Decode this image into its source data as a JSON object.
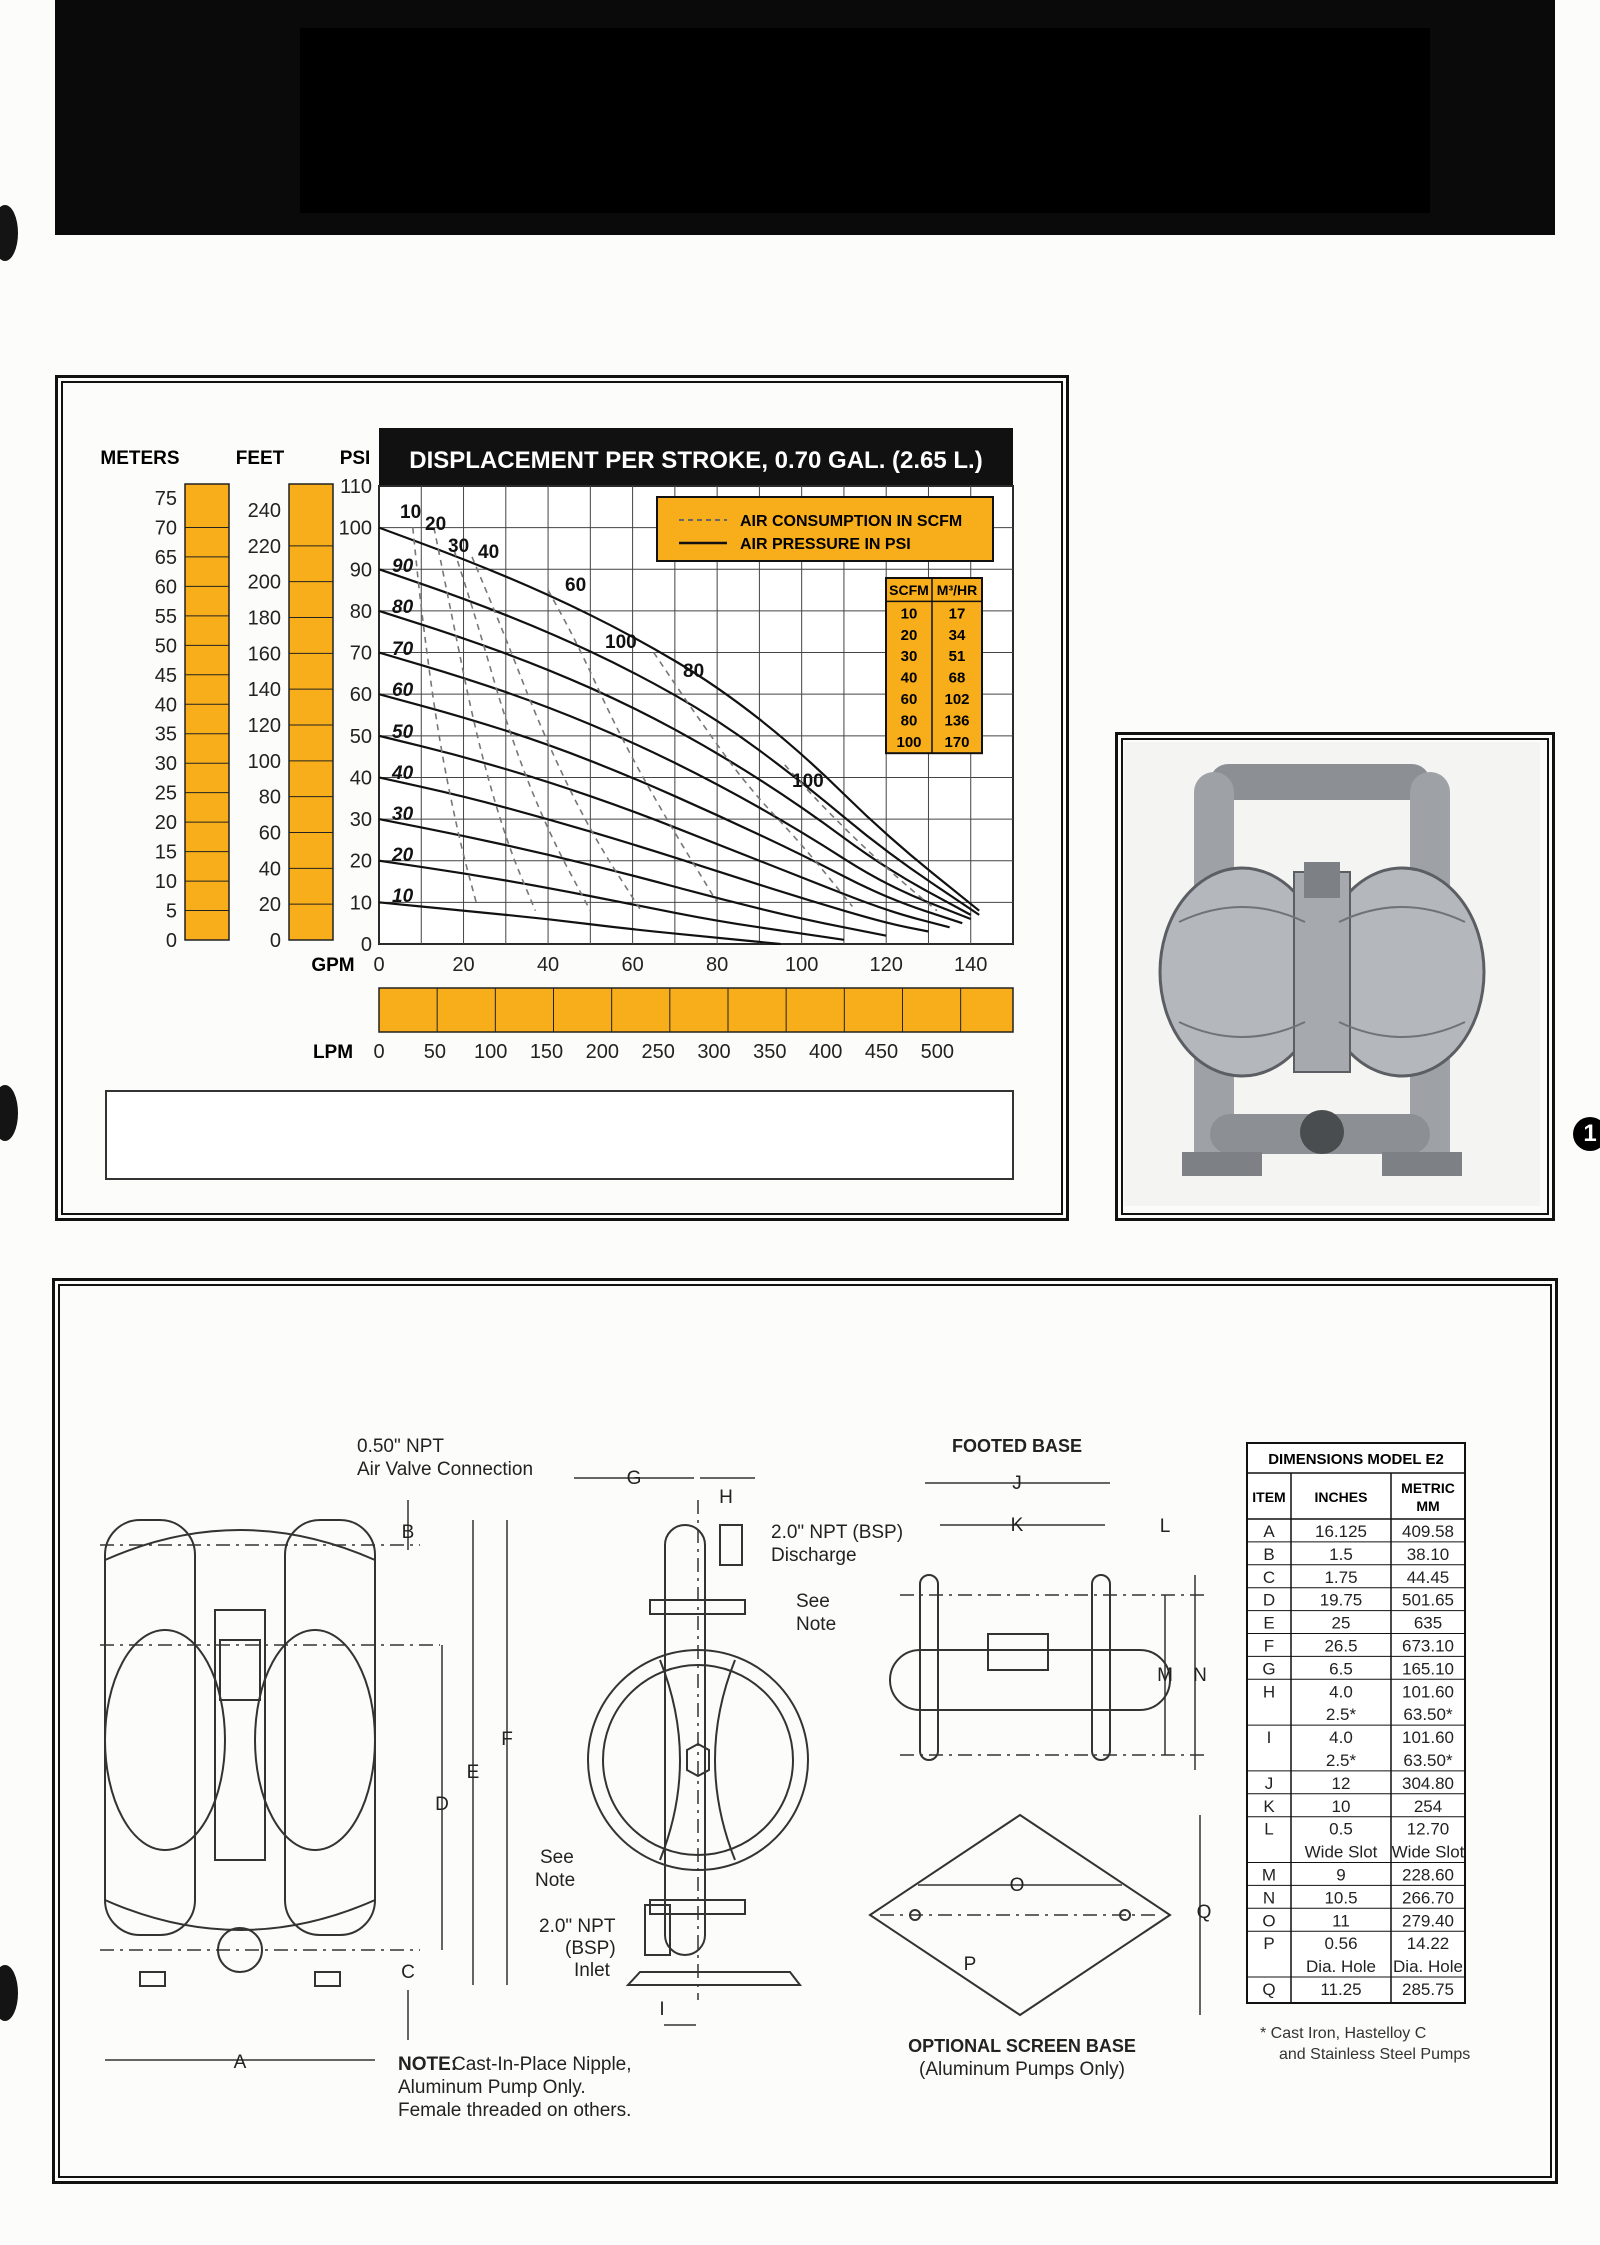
{
  "page": {
    "page_number": "1"
  },
  "chart": {
    "title": "DISPLACEMENT PER STROKE, 0.70 GAL. (2.65 L.)",
    "axis_labels": {
      "meters": "METERS",
      "feet": "FEET",
      "psi": "PSI",
      "gpm": "GPM",
      "lpm": "LPM"
    },
    "meters_ticks": [
      "75",
      "70",
      "65",
      "60",
      "55",
      "50",
      "45",
      "40",
      "35",
      "30",
      "25",
      "20",
      "15",
      "10",
      "5",
      "0"
    ],
    "feet_ticks": [
      "240",
      "220",
      "200",
      "180",
      "160",
      "140",
      "120",
      "100",
      "80",
      "60",
      "40",
      "20",
      "0"
    ],
    "psi_ticks": [
      "110",
      "100",
      "90",
      "80",
      "70",
      "60",
      "50",
      "40",
      "30",
      "20",
      "10",
      "0"
    ],
    "gpm_ticks": [
      "0",
      "20",
      "40",
      "60",
      "80",
      "100",
      "120",
      "140"
    ],
    "lpm_ticks": [
      "0",
      "50",
      "100",
      "150",
      "200",
      "250",
      "300",
      "350",
      "400",
      "450",
      "500"
    ],
    "legend": {
      "dashed": "AIR CONSUMPTION IN SCFM",
      "solid": "AIR PRESSURE IN PSI"
    },
    "pressure_labels": [
      "90",
      "80",
      "70",
      "60",
      "50",
      "40",
      "30",
      "20",
      "10"
    ],
    "scfm_labels": [
      "10",
      "20",
      "30",
      "40",
      "60",
      "100",
      "80",
      "100"
    ],
    "conversion_table": {
      "headers": [
        "SCFM",
        "M³/HR"
      ],
      "rows": [
        [
          "10",
          "17"
        ],
        [
          "20",
          "34"
        ],
        [
          "30",
          "51"
        ],
        [
          "40",
          "68"
        ],
        [
          "60",
          "102"
        ],
        [
          "80",
          "136"
        ],
        [
          "100",
          "170"
        ]
      ]
    },
    "colors": {
      "accent": "#f7ae1a",
      "dark": "#111111"
    }
  },
  "chart_data": {
    "type": "line",
    "title": "DISPLACEMENT PER STROKE, 0.70 GAL. (2.65 L.)",
    "xlabel": "GPM",
    "ylabel": "PSI",
    "xlim": [
      0,
      150
    ],
    "ylim": [
      0,
      110
    ],
    "series": [
      {
        "name": "10",
        "kind": "pressure",
        "x": [
          0,
          20,
          40,
          60,
          80,
          95
        ],
        "y": [
          10,
          8,
          6,
          3.5,
          1.5,
          0
        ]
      },
      {
        "name": "20",
        "kind": "pressure",
        "x": [
          0,
          20,
          40,
          60,
          80,
          100,
          110
        ],
        "y": [
          20,
          17,
          13.5,
          9.5,
          5.5,
          2.5,
          1
        ]
      },
      {
        "name": "30",
        "kind": "pressure",
        "x": [
          0,
          20,
          40,
          60,
          80,
          100,
          120
        ],
        "y": [
          30,
          26,
          21.5,
          16.5,
          11,
          6,
          2
        ]
      },
      {
        "name": "40",
        "kind": "pressure",
        "x": [
          0,
          20,
          40,
          60,
          80,
          100,
          120,
          130
        ],
        "y": [
          40,
          35.5,
          30,
          24,
          17.5,
          11,
          5,
          3
        ]
      },
      {
        "name": "50",
        "kind": "pressure",
        "x": [
          0,
          20,
          40,
          60,
          80,
          100,
          120,
          135
        ],
        "y": [
          50,
          45,
          39,
          32,
          24,
          16,
          8,
          4
        ]
      },
      {
        "name": "60",
        "kind": "pressure",
        "x": [
          0,
          20,
          40,
          60,
          80,
          100,
          120,
          138
        ],
        "y": [
          60,
          54.5,
          48,
          40,
          31,
          21.5,
          11,
          5
        ]
      },
      {
        "name": "70",
        "kind": "pressure",
        "x": [
          0,
          20,
          40,
          60,
          80,
          100,
          120,
          140
        ],
        "y": [
          70,
          64,
          57,
          48.5,
          38.5,
          27,
          14,
          6
        ]
      },
      {
        "name": "80",
        "kind": "pressure",
        "x": [
          0,
          20,
          40,
          60,
          80,
          100,
          120,
          140
        ],
        "y": [
          80,
          73.5,
          66,
          57,
          46,
          33,
          18,
          7
        ]
      },
      {
        "name": "90",
        "kind": "pressure",
        "x": [
          0,
          20,
          40,
          60,
          80,
          100,
          120,
          142
        ],
        "y": [
          90,
          83,
          75,
          65.5,
          54,
          39,
          22,
          7
        ]
      },
      {
        "name": "100",
        "kind": "pressure",
        "x": [
          0,
          20,
          40,
          60,
          80,
          100,
          120,
          142
        ],
        "y": [
          100,
          92.5,
          84,
          74,
          62,
          46,
          26,
          8
        ]
      },
      {
        "name": "10",
        "kind": "air",
        "x": [
          8,
          10,
          14,
          19,
          23
        ],
        "y": [
          100,
          80,
          50,
          25,
          10
        ]
      },
      {
        "name": "20",
        "kind": "air",
        "x": [
          13,
          17,
          23,
          30,
          37
        ],
        "y": [
          100,
          80,
          50,
          25,
          8
        ]
      },
      {
        "name": "30",
        "kind": "air",
        "x": [
          17,
          23,
          31,
          40,
          50
        ],
        "y": [
          97,
          78,
          50,
          27,
          8
        ]
      },
      {
        "name": "40",
        "kind": "air",
        "x": [
          22,
          29,
          39,
          50,
          62
        ],
        "y": [
          93,
          76,
          50,
          27,
          8
        ]
      },
      {
        "name": "60",
        "kind": "air",
        "x": [
          40,
          47,
          57,
          68,
          80
        ],
        "y": [
          85,
          72,
          50,
          30,
          10
        ]
      },
      {
        "name": "80",
        "kind": "air",
        "x": [
          65,
          75,
          87,
          100,
          112
        ],
        "y": [
          70,
          55,
          38,
          24,
          9
        ]
      },
      {
        "name": "100",
        "kind": "air",
        "x": [
          96,
          105,
          116,
          126,
          132
        ],
        "y": [
          43,
          33,
          22,
          13,
          8
        ]
      }
    ]
  },
  "drawing": {
    "callout_air_valve": [
      "0.50\" NPT",
      "Air Valve Connection"
    ],
    "callout_discharge": [
      "2.0\" NPT (BSP)",
      "Discharge"
    ],
    "callout_see_note_top": [
      "See",
      "Note"
    ],
    "callout_see_note_bottom": [
      "See",
      "Note"
    ],
    "callout_inlet": [
      "2.0\" NPT",
      "(BSP)",
      "Inlet"
    ],
    "dim_letters": [
      "A",
      "B",
      "C",
      "D",
      "E",
      "F",
      "G",
      "H",
      "I",
      "J",
      "K",
      "L",
      "M",
      "N",
      "O",
      "P",
      "Q"
    ],
    "footed_base_title": "FOOTED BASE",
    "screen_base_title": "OPTIONAL SCREEN BASE",
    "screen_base_subtitle": "(Aluminum Pumps Only)",
    "note_label": "NOTE:",
    "note_lines": [
      "Cast-In-Place Nipple,",
      "Aluminum Pump Only.",
      "Female threaded on others."
    ]
  },
  "dimensions_table": {
    "title": "DIMENSIONS MODEL E2",
    "headers": [
      "ITEM",
      "INCHES",
      "METRIC MM"
    ],
    "rows": [
      {
        "item": "A",
        "in": [
          "16.125"
        ],
        "mm": [
          "409.58"
        ]
      },
      {
        "item": "B",
        "in": [
          "1.5"
        ],
        "mm": [
          "38.10"
        ]
      },
      {
        "item": "C",
        "in": [
          "1.75"
        ],
        "mm": [
          "44.45"
        ]
      },
      {
        "item": "D",
        "in": [
          "19.75"
        ],
        "mm": [
          "501.65"
        ]
      },
      {
        "item": "E",
        "in": [
          "25"
        ],
        "mm": [
          "635"
        ]
      },
      {
        "item": "F",
        "in": [
          "26.5"
        ],
        "mm": [
          "673.10"
        ]
      },
      {
        "item": "G",
        "in": [
          "6.5"
        ],
        "mm": [
          "165.10"
        ]
      },
      {
        "item": "H",
        "in": [
          "4.0",
          "2.5*"
        ],
        "mm": [
          "101.60",
          "63.50*"
        ]
      },
      {
        "item": "I",
        "in": [
          "4.0",
          "2.5*"
        ],
        "mm": [
          "101.60",
          "63.50*"
        ]
      },
      {
        "item": "J",
        "in": [
          "12"
        ],
        "mm": [
          "304.80"
        ]
      },
      {
        "item": "K",
        "in": [
          "10"
        ],
        "mm": [
          "254"
        ]
      },
      {
        "item": "L",
        "in": [
          "0.5",
          "Wide Slot"
        ],
        "mm": [
          "12.70",
          "Wide Slot"
        ]
      },
      {
        "item": "M",
        "in": [
          "9"
        ],
        "mm": [
          "228.60"
        ]
      },
      {
        "item": "N",
        "in": [
          "10.5"
        ],
        "mm": [
          "266.70"
        ]
      },
      {
        "item": "O",
        "in": [
          "11"
        ],
        "mm": [
          "279.40"
        ]
      },
      {
        "item": "P",
        "in": [
          "0.56",
          "Dia. Hole"
        ],
        "mm": [
          "14.22",
          "Dia. Hole"
        ]
      },
      {
        "item": "Q",
        "in": [
          "11.25"
        ],
        "mm": [
          "285.75"
        ]
      }
    ],
    "footnote": [
      "* Cast Iron, Hastelloy C",
      "and Stainless Steel Pumps"
    ]
  }
}
